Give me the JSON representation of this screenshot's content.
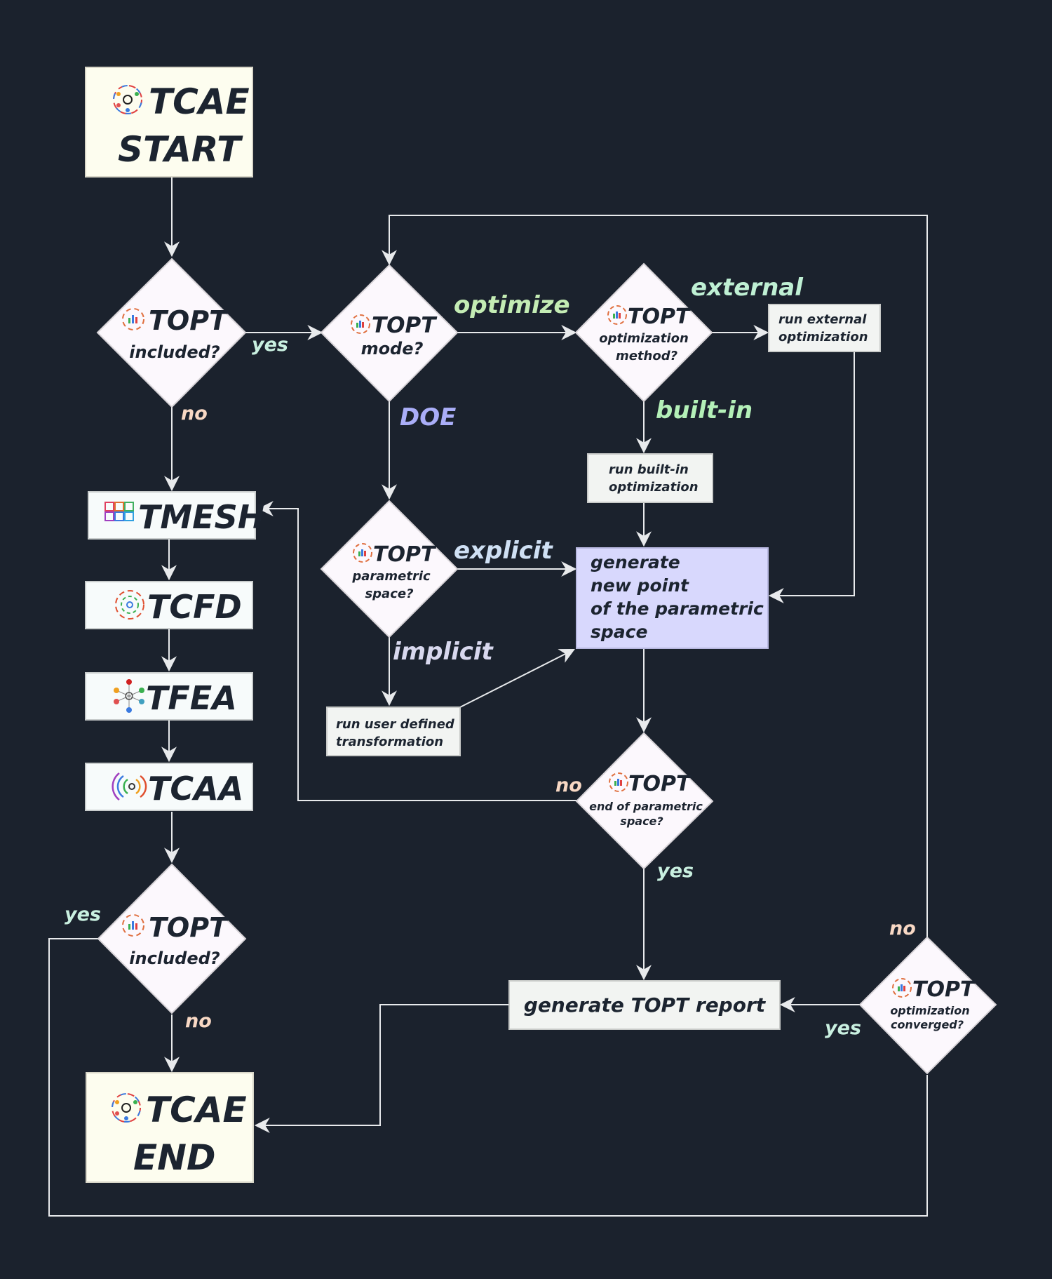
{
  "colors": {
    "background": "#1b222d",
    "terminal_fill": "#fdfdef",
    "process_fill": "#f7fbfb",
    "decision_fill": "#fcf8fd",
    "action_fill": "#f2f4f2",
    "highlight_fill": "#d8d8fd",
    "edge": "#e8eaec",
    "yes_label": "#c9f0e0",
    "no_label": "#f8d8c4",
    "optimize_label": "#c4ecb4",
    "doe_label": "#aaaef8",
    "explicit_label": "#cfe0f4",
    "implicit_label": "#d8d8ee",
    "builtin_label": "#b4f0b8",
    "external_label": "#bff0d4"
  },
  "icons": {
    "tcae": "tcae-logo-icon",
    "topt": "topt-logo-icon",
    "tmesh": "tmesh-logo-icon",
    "tcfd": "tcfd-logo-icon",
    "tfea": "tfea-logo-icon",
    "tcaa": "tcaa-logo-icon"
  },
  "nodes": {
    "start": {
      "line1": "TCAE",
      "line2": "START"
    },
    "topt_included_1": {
      "title": "TOPT",
      "line1": "included?"
    },
    "topt_mode": {
      "title": "TOPT",
      "line1": "mode?"
    },
    "topt_opt_method": {
      "title": "TOPT",
      "line1": "optimization",
      "line2": "method?"
    },
    "run_external": {
      "line1": "run external",
      "line2": "optimization"
    },
    "run_builtin": {
      "line1": "run built-in",
      "line2": "optimization"
    },
    "topt_param_space": {
      "title": "TOPT",
      "line1": "parametric",
      "line2": "space?"
    },
    "generate_point": {
      "line1": "generate",
      "line2": "new point",
      "line3": "of the parametric",
      "line4": "space"
    },
    "run_user_defined": {
      "line1": "run user defined",
      "line2": "transformation"
    },
    "tmesh": {
      "label": "TMESH"
    },
    "tcfd": {
      "label": "TCFD"
    },
    "tfea": {
      "label": "TFEA"
    },
    "tcaa": {
      "label": "TCAA"
    },
    "topt_end_param": {
      "title": "TOPT",
      "line1": "end of parametric",
      "line2": "space?"
    },
    "topt_included_2": {
      "title": "TOPT",
      "line1": "included?"
    },
    "generate_report": {
      "label": "generate TOPT report"
    },
    "topt_converged": {
      "title": "TOPT",
      "line1": "optimization",
      "line2": "converged?"
    },
    "end": {
      "line1": "TCAE",
      "line2": "END"
    }
  },
  "edge_labels": {
    "yes_1": "yes",
    "no_1": "no",
    "optimize": "optimize",
    "doe": "DOE",
    "external": "external",
    "builtin": "built-in",
    "explicit": "explicit",
    "implicit": "implicit",
    "no_end_param": "no",
    "yes_end_param": "yes",
    "yes_included_2": "yes",
    "no_included_2": "no",
    "no_converged": "no",
    "yes_converged": "yes"
  }
}
